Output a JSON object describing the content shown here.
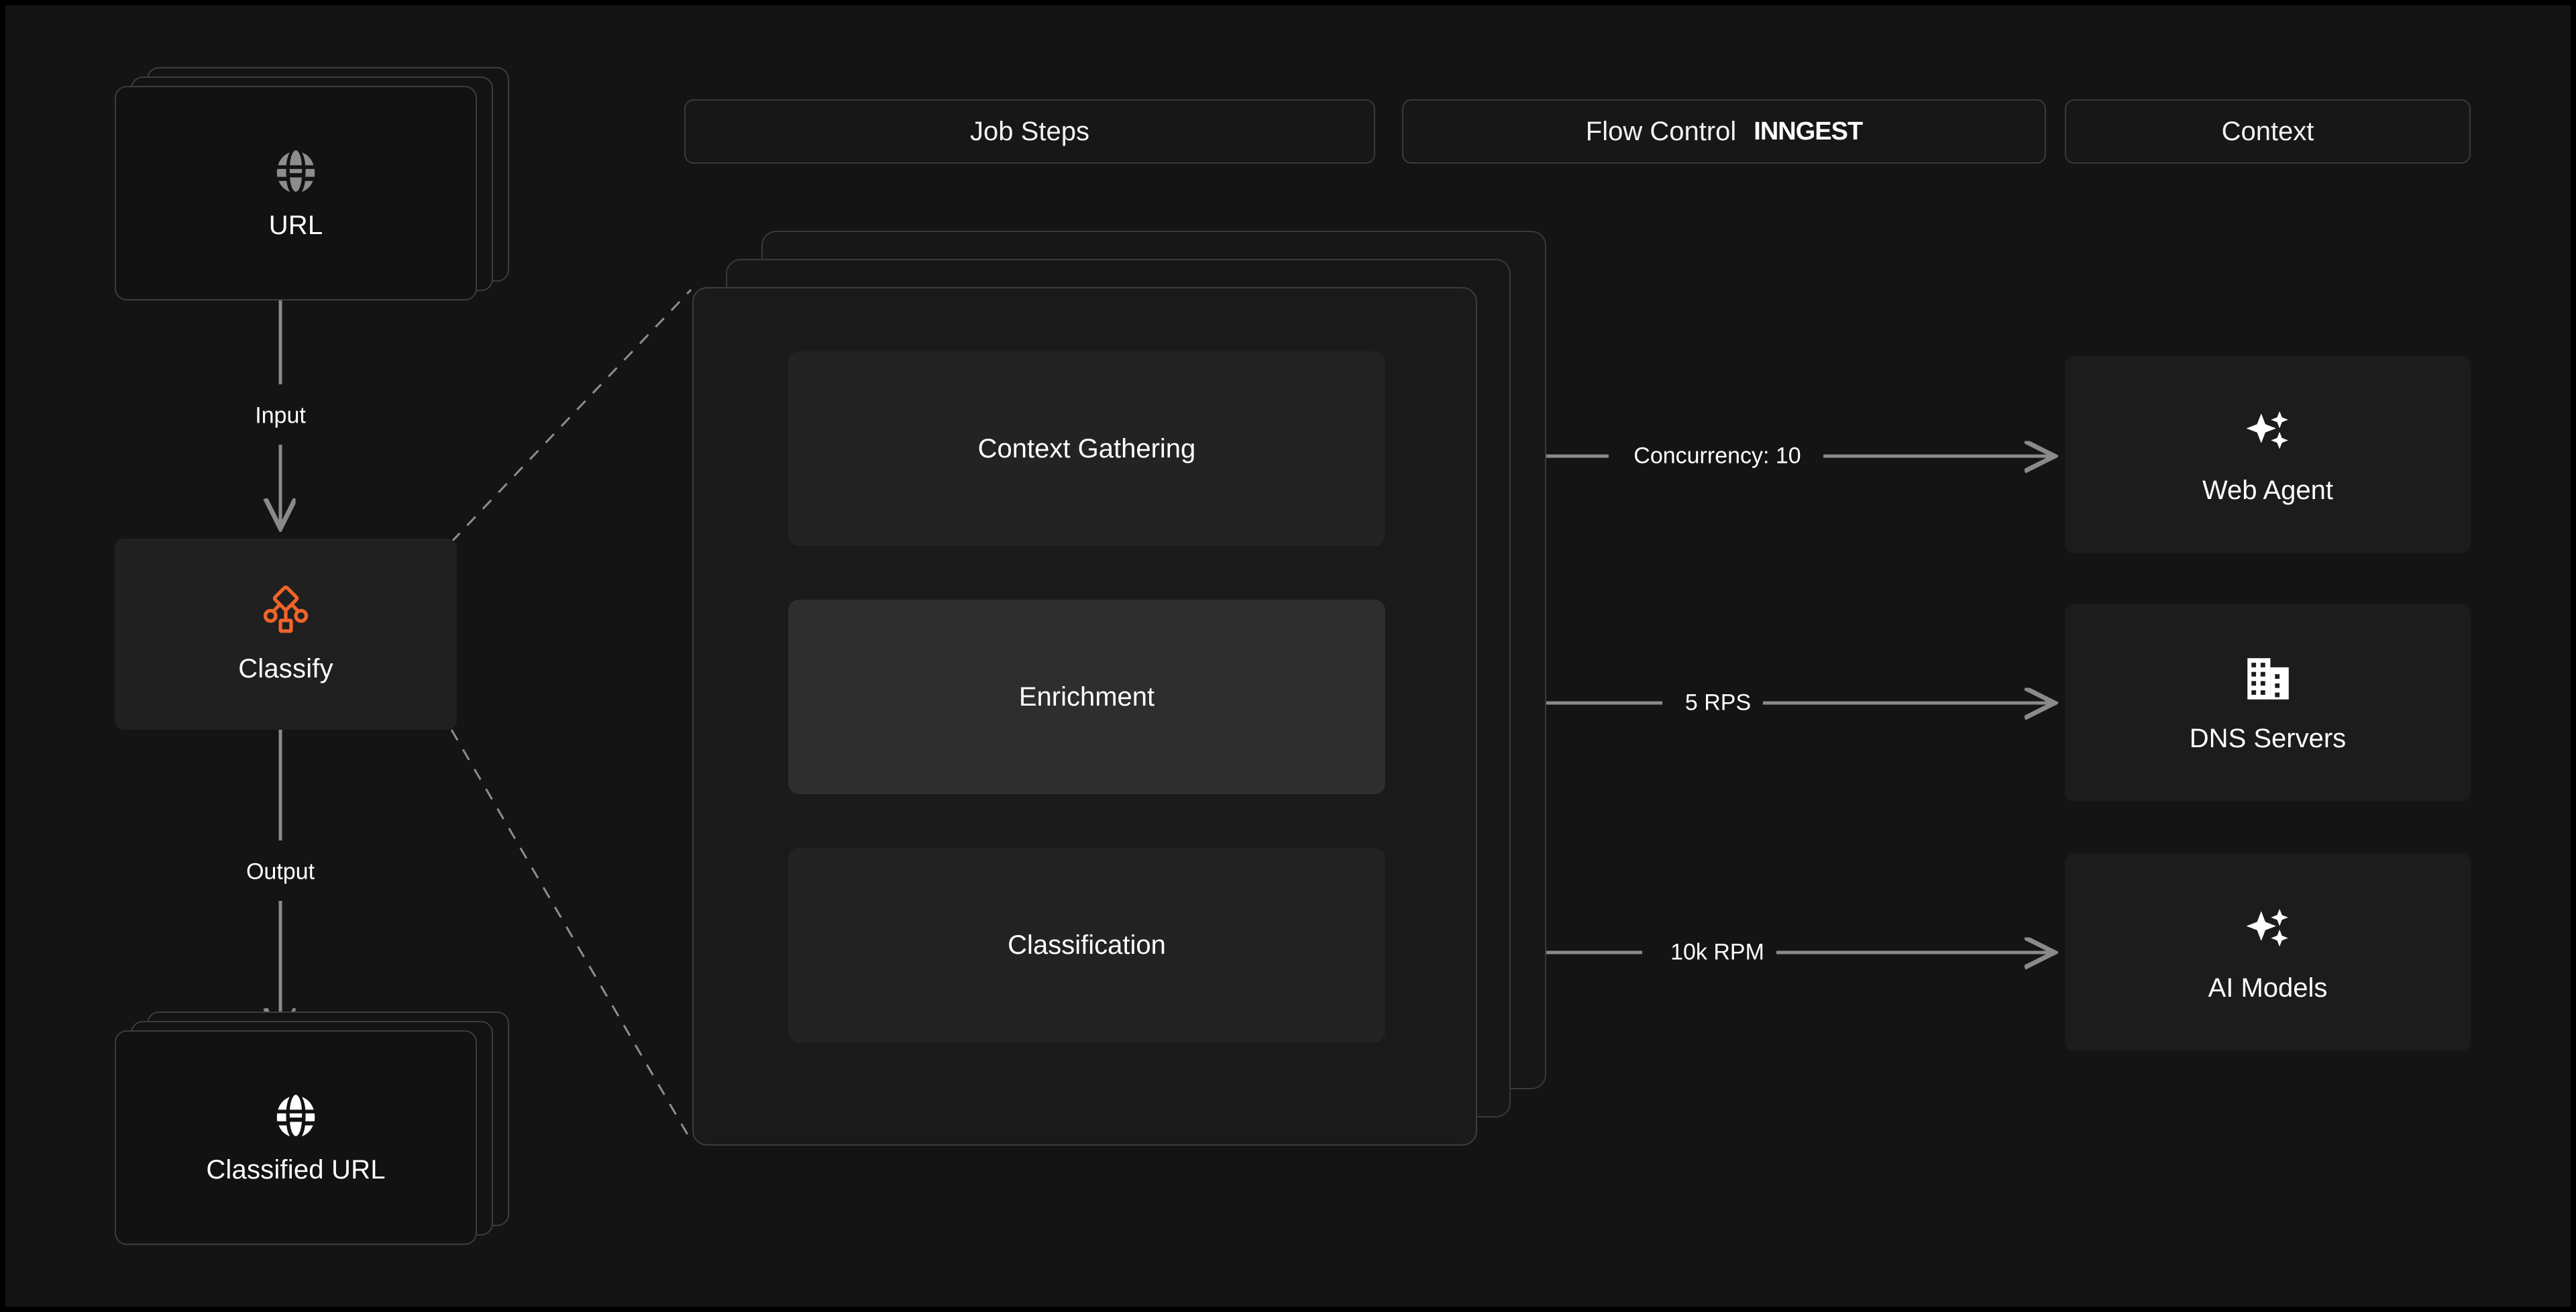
{
  "theme": {
    "background": "#141414",
    "card_background": "#1c1c1c",
    "panel_background": "#1a1a1a",
    "border": "#3a3a3a",
    "accent": "#f0642a",
    "text": "#ffffff",
    "edge": "#8a8a8a"
  },
  "header": {
    "tabs": [
      {
        "label": "Job Steps"
      },
      {
        "label": "Flow Control",
        "brand": "INNGEST"
      },
      {
        "label": "Context"
      }
    ]
  },
  "pipeline": {
    "input_node": {
      "label": "URL",
      "icon": "globe-icon"
    },
    "input_edge_label": "Input",
    "process_node": {
      "label": "Classify",
      "icon": "classify-workflow-icon"
    },
    "output_edge_label": "Output",
    "output_node": {
      "label": "Classified URL",
      "icon": "globe-icon"
    }
  },
  "job_steps": {
    "steps": [
      {
        "label": "Context Gathering",
        "highlighted": false
      },
      {
        "label": "Enrichment",
        "highlighted": true
      },
      {
        "label": "Classification",
        "highlighted": false
      }
    ]
  },
  "flow_control": {
    "edges": [
      {
        "label": "Concurrency: 10"
      },
      {
        "label": "5 RPS"
      },
      {
        "label": "10k RPM"
      }
    ]
  },
  "context": {
    "cards": [
      {
        "label": "Web Agent",
        "icon": "sparkles-icon"
      },
      {
        "label": "DNS Servers",
        "icon": "building-icon"
      },
      {
        "label": "AI Models",
        "icon": "sparkles-icon"
      }
    ]
  }
}
